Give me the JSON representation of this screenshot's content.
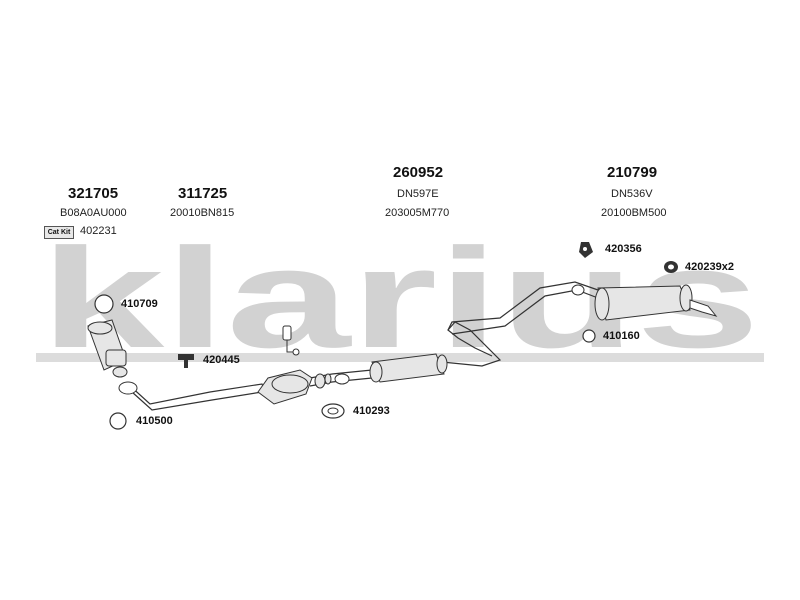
{
  "watermark": {
    "brand": "klarius"
  },
  "groups": [
    {
      "part_number": "321705",
      "reference": "B08A0AU000"
    },
    {
      "part_number": "311725",
      "reference": "20010BN815"
    },
    {
      "part_number": "260952",
      "reference": "DN597E",
      "reference2": "203005M770"
    },
    {
      "part_number": "210799",
      "reference": "DN536V",
      "reference2": "20100BM500"
    }
  ],
  "cat_kit": {
    "badge": "Cat Kit",
    "number": "402231"
  },
  "accessories": [
    {
      "number": "410709"
    },
    {
      "number": "420445"
    },
    {
      "number": "410500"
    },
    {
      "number": "410293"
    },
    {
      "number": "420356"
    },
    {
      "number": "420239x2"
    },
    {
      "number": "410160"
    }
  ],
  "colors": {
    "watermark": "#d2d2d2",
    "part_stroke": "#333333",
    "part_fill": "#e6e6e6"
  }
}
